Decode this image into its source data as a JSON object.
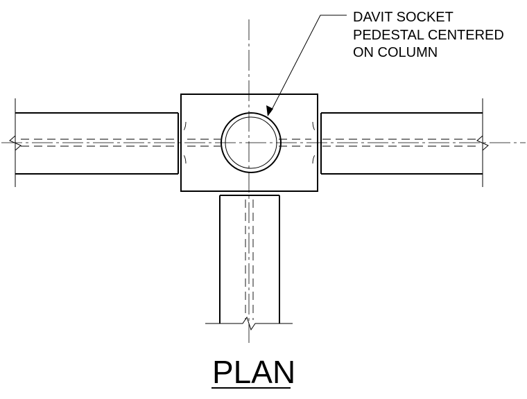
{
  "drawing": {
    "callout": {
      "line1": "DAVIT SOCKET",
      "line2": "PEDESTAL CENTERED",
      "line3": "ON COLUMN"
    },
    "view_title": "PLAN"
  }
}
